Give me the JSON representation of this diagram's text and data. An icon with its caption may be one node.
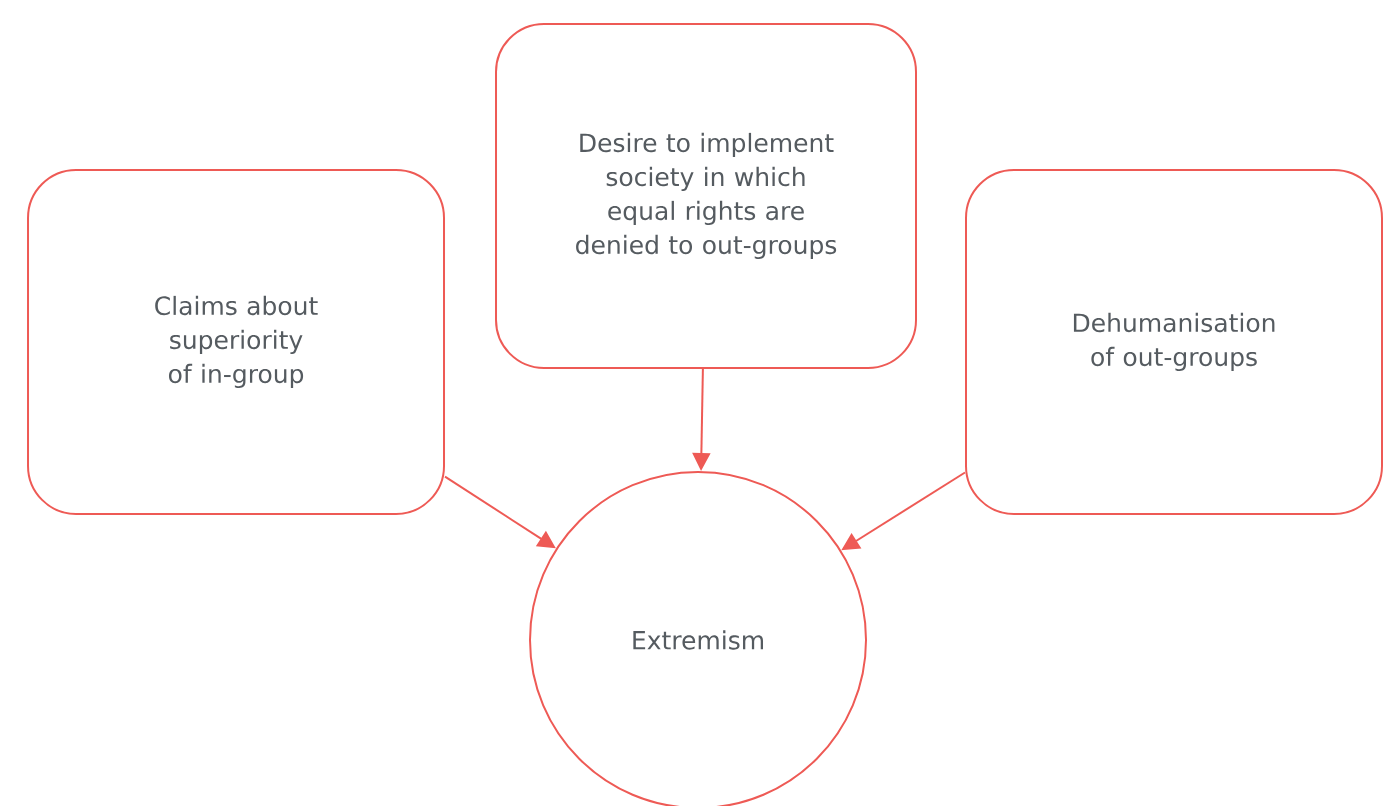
{
  "diagram": {
    "nodes": [
      {
        "text": [
          "Claims about superiority of in-group"
        ]
      },
      {
        "text": [
          "Desire to implement society in which equal rights are denied to out-groups"
        ]
      },
      {
        "text": [
          "Dehumanisation of out-groups"
        ]
      },
      {
        "text": [
          "Extremism"
        ]
      }
    ],
    "edges": [
      {
        "from": 0,
        "to": 3,
        "arrow": "to"
      },
      {
        "from": 1,
        "to": 3,
        "arrow": "to"
      },
      {
        "from": 2,
        "to": 3,
        "arrow": "to"
      }
    ]
  }
}
